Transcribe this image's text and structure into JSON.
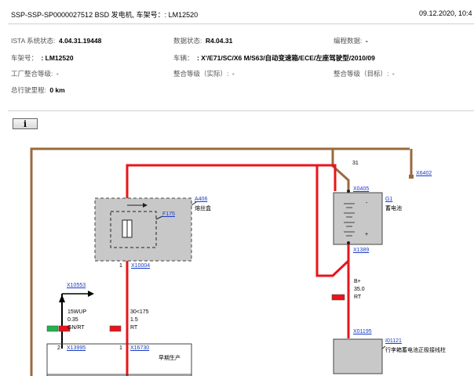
{
  "header": {
    "title": "SSP-SSP-SP0000027512 BSD 发电机, 车架号：: LM12520",
    "date": "09.12.2020, 10:4"
  },
  "info": {
    "ista_label": "ISTA 系统状态:",
    "ista_value": "4.04.31.19448",
    "data_label": "数据状态:",
    "data_value": "R4.04.31",
    "prog_label": "编程数据:",
    "prog_value": "-",
    "vin_label": "车架号：",
    "vin_value": ": LM12520",
    "vehicle_label": "车辆：",
    "vehicle_value": ": X'/E71/SC/X6 M/S63/自动变速箱/ECE/左座驾驶型/2010/09",
    "factory_label": "工厂整合等级:",
    "factory_value": "-",
    "actual_label": "整合等级（实际）:",
    "actual_value": "-",
    "target_label": "整合等级（目标）:",
    "target_value": "-",
    "mileage_label": "总行驶里程:",
    "mileage_value": "0 km"
  },
  "info_button": "i",
  "colors": {
    "red": "#e8141c",
    "brown": "#9a6a3c",
    "green": "#22b24c",
    "component_fill": "#c8c8c8"
  },
  "diagram": {
    "wire_31": "31",
    "x6402": "X6402",
    "x0405": "X0405",
    "g1_id": "G1",
    "g1_name": "蓄电池",
    "minus": "-",
    "plus": "+",
    "x1389": "X1389",
    "a406_id": "A406",
    "a406_name": "熔丝盒",
    "f175": "F175",
    "pin1a": "1",
    "x10004": "X10004",
    "bplus": "B+",
    "bplus_size": "35.0",
    "bplus_color": "RT",
    "x01195": "X01195",
    "i01121_id": "I01121",
    "i01121_name": "行李箱蓄电池正极接线柱",
    "x10553": "X10553",
    "w15_name": "15WUP",
    "w15_size": "0.35",
    "w15_color": "GN/RT",
    "w30_name": "30<175",
    "w30_size": "1.5",
    "w30_color": "RT",
    "pin2": "2",
    "x13995": "X13995",
    "pin1b": "1",
    "x16730": "X16730",
    "early_prod": "早期生产"
  }
}
